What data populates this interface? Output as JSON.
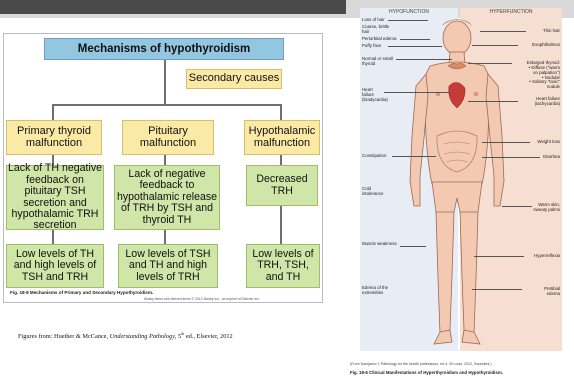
{
  "flowchart": {
    "title": "Mechanisms of hypothyroidism",
    "secondary_causes": "Secondary causes",
    "level1": [
      "Primary thyroid malfunction",
      "Pituitary malfunction",
      "Hypothalamic malfunction"
    ],
    "level2": [
      "Lack of TH negative feedback on pituitary TSH secretion and hypothalamic TRH secretion",
      "Lack of negative feedback to hypothalamic release of TRH by TSH and thyroid TH",
      "Decreased TRH"
    ],
    "level3": [
      "Low levels of TH and high levels of TSH and TRH",
      "Low levels of TSH and TH and high levels of TRH",
      "Low levels of TRH, TSH, and TH"
    ],
    "caption": "Fig. 18-8 Mechanisms of Primary and Secondary Hypothyroidism.",
    "credit": "Mosby items and derived items © 2012 Mosby Inc., an imprint of Elsevier Inc.",
    "colors": {
      "title_box": "#93c6e0",
      "cause_box": "#fbeaa6",
      "effect_box": "#cfe6a8"
    }
  },
  "source_text": {
    "prefix": "Figures from: Huether & McCance, ",
    "book": "Understanding Pathology",
    "suffix1": ", 5",
    "sup": "th",
    "suffix2": " ed., Elsevier,  2012"
  },
  "body_figure": {
    "header_left": "HYPOFUNCTION",
    "header_right": "HYPERFUNCTION",
    "hypo_labels": [
      "Loss of hair",
      "Coarse, brittle\nhair",
      "Periorbital edema",
      "Puffy face",
      "Normal or small\nthyroid",
      "Heart\nfailure\n(bradycardia)",
      "Constipation",
      "Cold\nintolerance",
      "Muscle weakness",
      "Edema of the\nextremities"
    ],
    "hyper_labels": [
      "Thin hair",
      "Exophthalmos",
      "Enlarged thyroid:\n• Diffuse (\"warm\non palpation\")\n• Nodular\n• Solitary \"toxic\"\nnodule",
      "Heart failure\n(tachycardia)",
      "Weight loss",
      "Diarrhea",
      "Warm skin,\nsweaty palms",
      "Hyperreflexia",
      "Pretibial\nedema"
    ],
    "caption_source": "(From Damjanov I: Pathology for the health professions, ed 4, St Louis, 2012, Saunders.)",
    "caption_title": "Fig. 18-6 Clinical Manifestations of Hyperthyroidism and Hypothyroidism."
  }
}
